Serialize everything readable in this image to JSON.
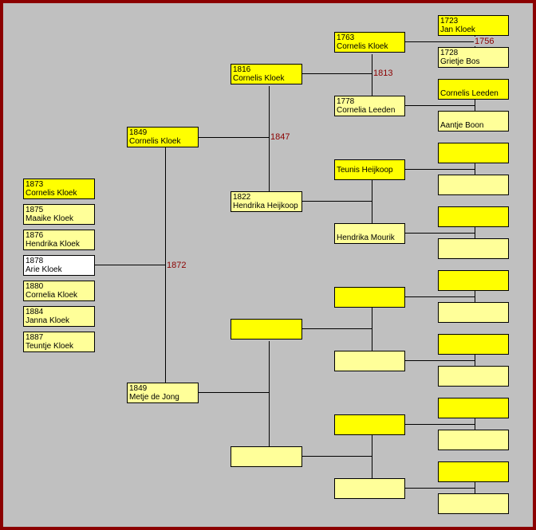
{
  "children": [
    {
      "year": "1873",
      "name": "Cornelis Kloek"
    },
    {
      "year": "1875",
      "name": "Maaike Kloek"
    },
    {
      "year": "1876",
      "name": "Hendrika Kloek"
    },
    {
      "year": "1878",
      "name": "Arie Kloek"
    },
    {
      "year": "1880",
      "name": "Cornelia Kloek"
    },
    {
      "year": "1884",
      "name": "Janna Kloek"
    },
    {
      "year": "1887",
      "name": "Teuntje Kloek"
    }
  ],
  "parents": {
    "father": {
      "year": "1849",
      "name": "Cornelis Kloek"
    },
    "mother": {
      "year": "1849",
      "name": "Metje de Jong"
    },
    "marriage_year": "1872"
  },
  "grandparents": {
    "father_father": {
      "year": "1816",
      "name": "Cornelis Kloek"
    },
    "father_mother": {
      "year": "1822",
      "name": "Hendrika Heijkoop"
    },
    "father_marriage_year": "1847",
    "mother_father": {
      "year": "",
      "name": ""
    },
    "mother_mother": {
      "year": "",
      "name": ""
    }
  },
  "great_grandparents": {
    "ff_father": {
      "year": "1763",
      "name": "Cornelis Kloek"
    },
    "ff_mother": {
      "year": "1778",
      "name": "Cornelia Leeden"
    },
    "ff_marriage_year": "1813",
    "fm_father": {
      "year": "",
      "name": "Teunis Heijkoop"
    },
    "fm_mother": {
      "year": "",
      "name": "Hendrika Mourik"
    }
  },
  "great_great_grandparents": {
    "p1": {
      "year": "1723",
      "name": "Jan Kloek"
    },
    "p2": {
      "year": "1728",
      "name": "Grietje Bos"
    },
    "p1_marriage_year": "1756",
    "p3": {
      "year": "",
      "name": "Cornelis Leeden"
    },
    "p4": {
      "year": "",
      "name": "Aantje Boon"
    }
  },
  "colors": {
    "frame": "#8b0000",
    "background": "#c0c0c0",
    "male_box": "#ffff00",
    "female_box": "#ffff99",
    "selected_box": "#ffffff",
    "year_text": "#8b0000"
  }
}
